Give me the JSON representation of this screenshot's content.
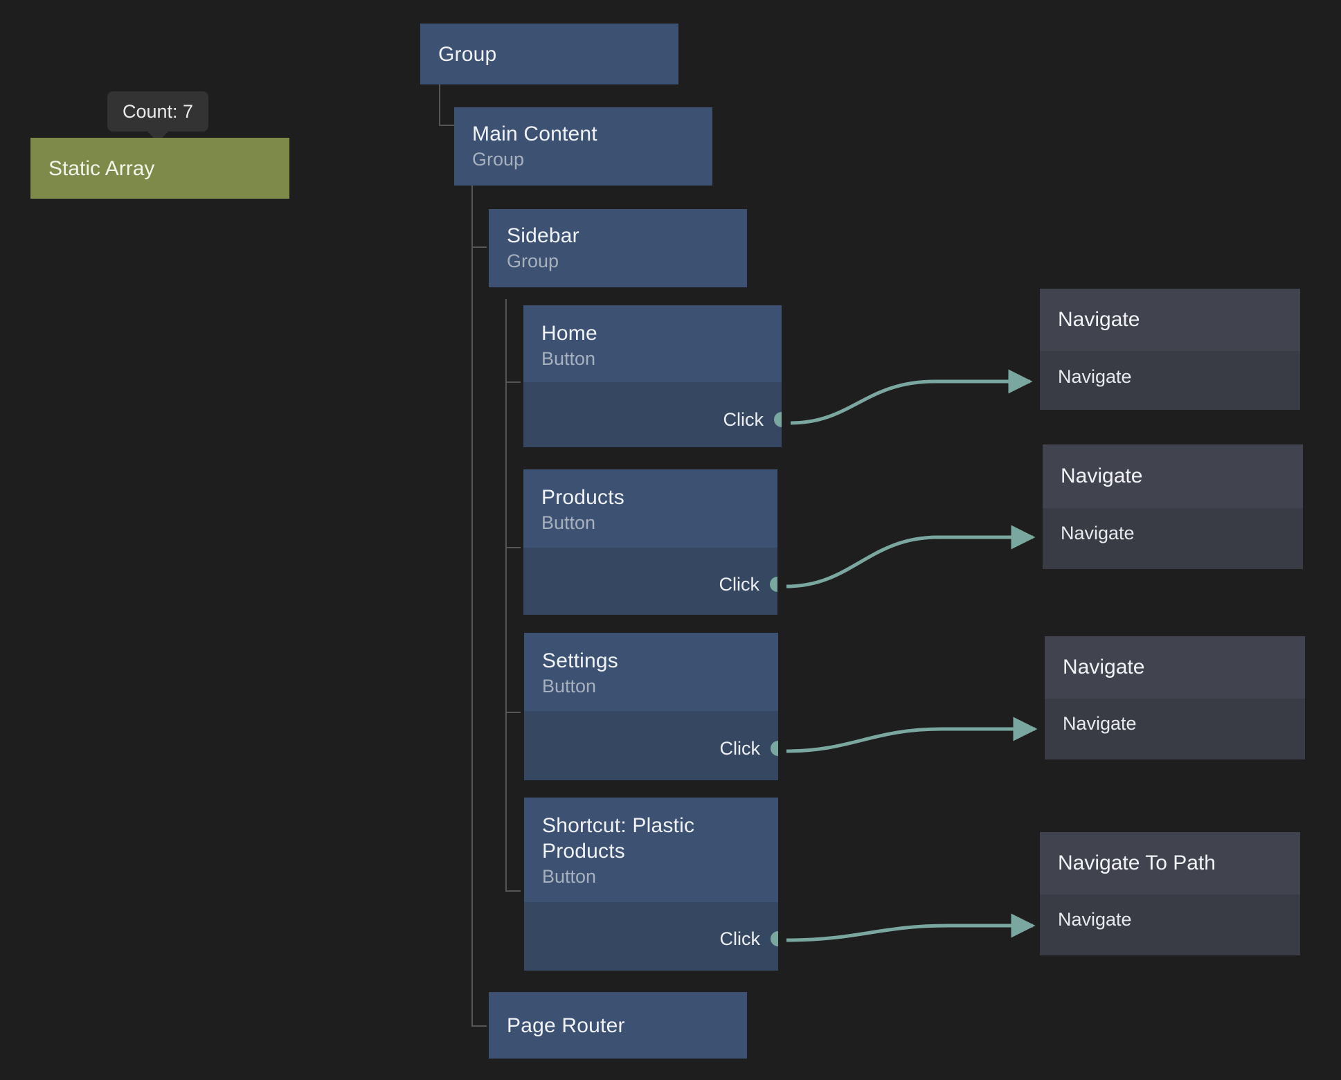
{
  "canvas": {
    "background": "#1e1e1e",
    "accent_edge_color": "#7aa8a0",
    "node_blue_header": "#3d5172",
    "node_blue_body": "#364761",
    "node_action_header": "#41434e",
    "node_action_body": "#3a3c45",
    "node_green": "#7d8a4a"
  },
  "tooltip": {
    "text": "Count: 7"
  },
  "nodes": {
    "static_array": {
      "title": "Static Array"
    },
    "group": {
      "title": "Group"
    },
    "main_content": {
      "title": "Main Content",
      "subtitle": "Group"
    },
    "sidebar": {
      "title": "Sidebar",
      "subtitle": "Group"
    },
    "home": {
      "title": "Home",
      "subtitle": "Button",
      "port": "Click"
    },
    "products": {
      "title": "Products",
      "subtitle": "Button",
      "port": "Click"
    },
    "settings": {
      "title": "Settings",
      "subtitle": "Button",
      "port": "Click"
    },
    "shortcut_plastic_products": {
      "title": "Shortcut: Plastic Products",
      "subtitle": "Button",
      "port": "Click"
    },
    "page_router": {
      "title": "Page Router"
    },
    "navigate_home": {
      "title": "Navigate",
      "port": "Navigate"
    },
    "navigate_products": {
      "title": "Navigate",
      "port": "Navigate"
    },
    "navigate_settings": {
      "title": "Navigate",
      "port": "Navigate"
    },
    "navigate_to_path": {
      "title": "Navigate To Path",
      "port": "Navigate"
    }
  }
}
